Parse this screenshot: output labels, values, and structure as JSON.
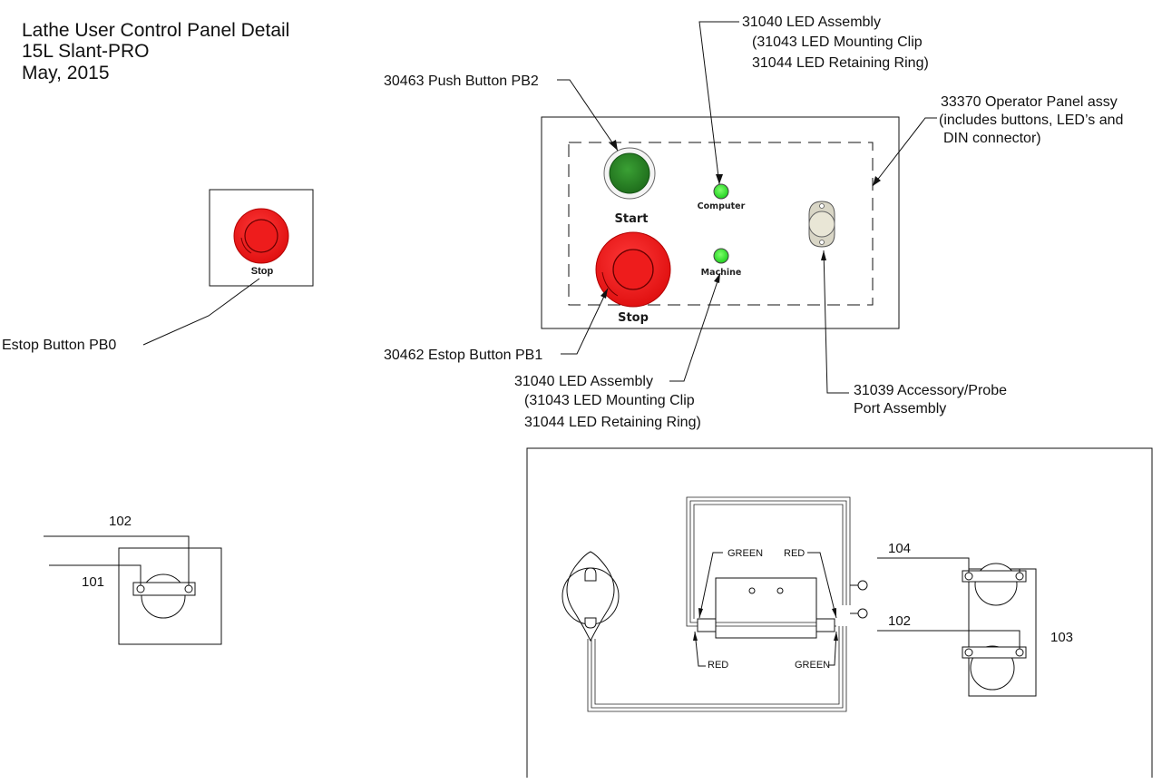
{
  "title": {
    "line1": "Lathe User Control Panel Detail",
    "line2": "15L Slant-PRO",
    "line3": "May, 2015"
  },
  "estop_standalone": {
    "button_label": "Stop",
    "callout": "Estop Button PB0"
  },
  "panel": {
    "start_label": "Start",
    "stop_label": "Stop",
    "led_top_label": "Computer",
    "led_bottom_label": "Machine"
  },
  "callouts": {
    "led_top": {
      "line1": "31040 LED Assembly",
      "line2": "(31043 LED Mounting Clip",
      "line3": "31044 LED Retaining Ring)"
    },
    "push_button": "30463 Push Button PB2",
    "operator_panel": {
      "line1": "33370 Operator Panel assy",
      "line2": "(includes buttons, LED’s and",
      "line3": "DIN connector)"
    },
    "estop_pb1": "30462 Estop Button PB1",
    "led_bottom": {
      "line1": "31040 LED Assembly",
      "line2": "(31043 LED Mounting Clip",
      "line3": "31044 LED Retaining Ring)"
    },
    "accessory": {
      "line1": "31039 Accessory/Probe",
      "line2": "Port Assembly"
    }
  },
  "wiring_left": {
    "wire_top": "102",
    "wire_bottom": "101"
  },
  "wiring_right": {
    "green_top": "GREEN",
    "red_top": "RED",
    "red_bottom": "RED",
    "green_bottom": "GREEN",
    "wire_104": "104",
    "wire_102": "102",
    "wire_103": "103"
  },
  "colors": {
    "start_button": "#2f8a2a",
    "stop_button": "#ee1c1c",
    "led": "#39e639",
    "din_connector": "#d9d6c6"
  }
}
